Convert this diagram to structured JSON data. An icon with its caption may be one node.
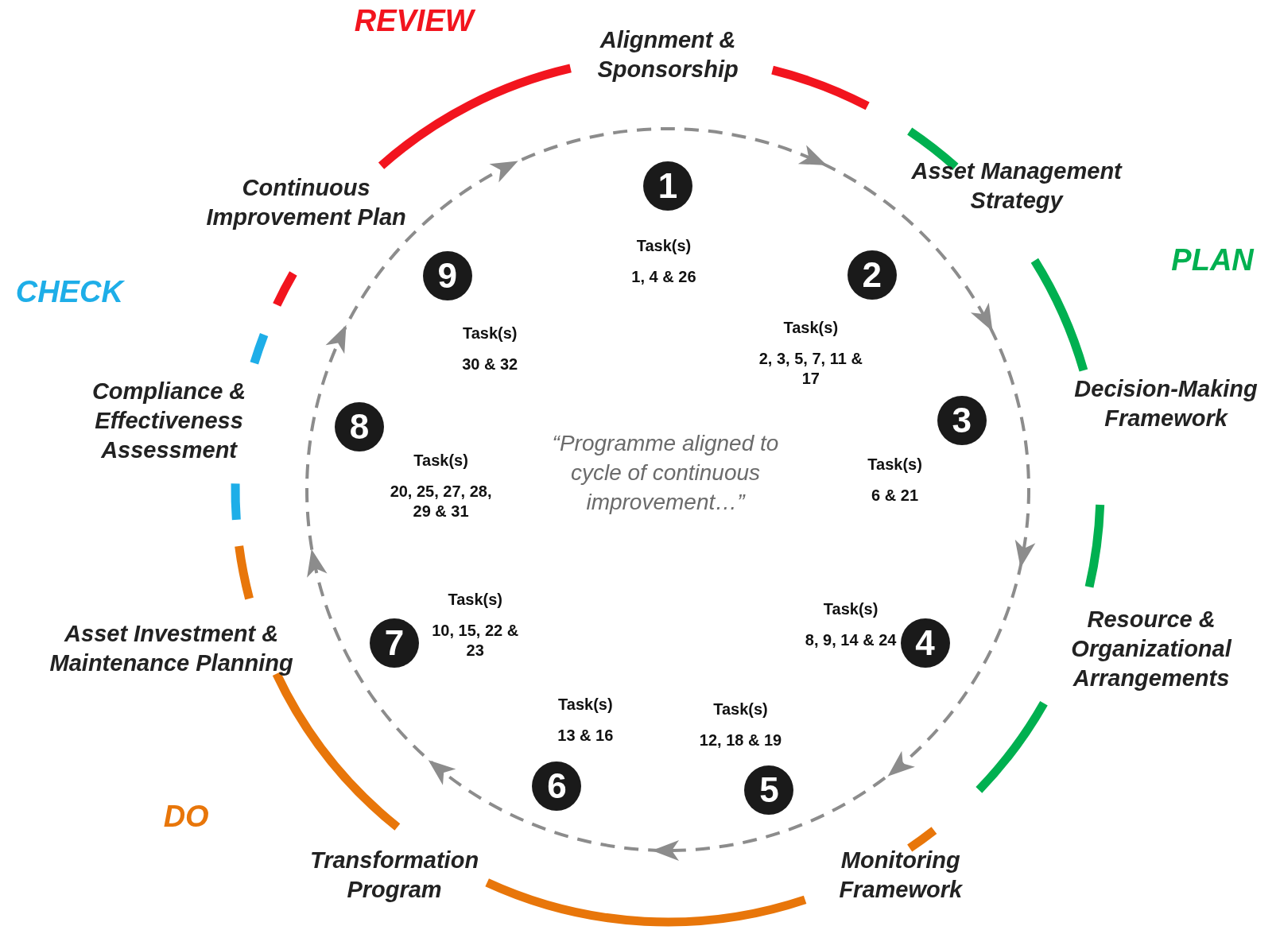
{
  "diagram": {
    "nodes": [
      {
        "text": [
          "1"
        ],
        "beside": [
          "Task(s)",
          "1, 4 & 26"
        ]
      },
      {
        "text": [
          "2"
        ],
        "beside": [
          "Task(s)",
          "2, 3, 5, 7, 11 & 17"
        ]
      },
      {
        "text": [
          "3"
        ],
        "beside": [
          "Task(s)",
          "6 & 21"
        ]
      },
      {
        "text": [
          "4"
        ],
        "beside": [
          "Task(s)",
          "8, 9, 14 & 24"
        ]
      },
      {
        "text": [
          "5"
        ],
        "beside": [
          "Task(s)",
          "12, 18 & 19"
        ]
      },
      {
        "text": [
          "6"
        ],
        "beside": [
          "Task(s)",
          "13 & 16"
        ]
      },
      {
        "text": [
          "7"
        ],
        "beside": [
          "Task(s)",
          "10, 15, 22 & 23"
        ]
      },
      {
        "text": [
          "8"
        ],
        "beside": [
          "Task(s)",
          "20, 25, 27, 28, 29 & 31"
        ]
      },
      {
        "text": [
          "9"
        ],
        "beside": [
          "Task(s)",
          "30 & 32"
        ]
      }
    ],
    "labels": [
      "REVIEW",
      "Alignment & Sponsorship",
      "Continuous Improvement Plan",
      "Asset Management Strategy",
      "PLAN",
      "CHECK",
      "Compliance & Effectiveness Assessment",
      "Decision-Making Framework",
      "“Programme aligned to cycle of continuous improvement…”",
      "Asset Investment & Maintenance Planning",
      "Resource & Organizational Arrangements",
      "DO",
      "Transformation Program",
      "Monitoring Framework"
    ]
  }
}
